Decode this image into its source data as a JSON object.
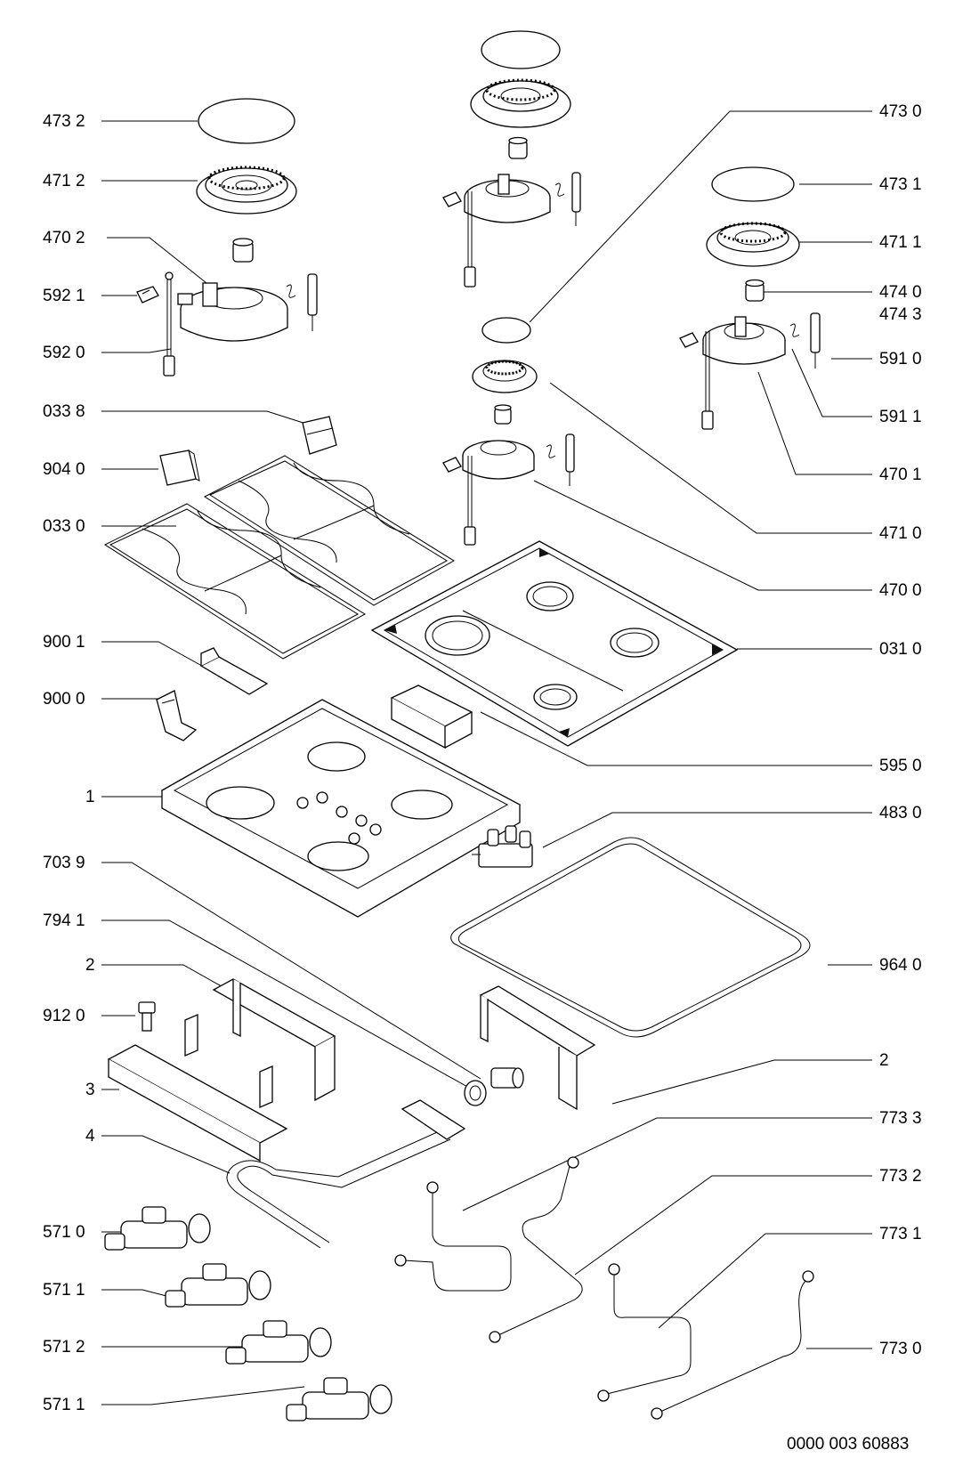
{
  "diagram": {
    "type": "exploded-parts-diagram",
    "document_code": "0000  003  60883"
  },
  "labels_left": [
    "473 2",
    "471 2",
    "470  2",
    "592 1",
    "592 0",
    "033 8",
    "904 0",
    "033 0",
    "900 1",
    "900 0",
    "1",
    "703 9",
    "794 1",
    "2",
    "912 0",
    "3",
    "4",
    "571 0",
    "571 1",
    "571 2",
    "571 1"
  ],
  "labels_right": [
    "473 0",
    "473 1",
    "471 1",
    "474 0",
    "474 3",
    "591 0",
    "591 1",
    "470 1",
    "471 0",
    "470 0",
    "031 0",
    "595 0",
    "483 0",
    "964 0",
    "2",
    "773 3",
    "773 2",
    "773 1",
    "773 0"
  ]
}
